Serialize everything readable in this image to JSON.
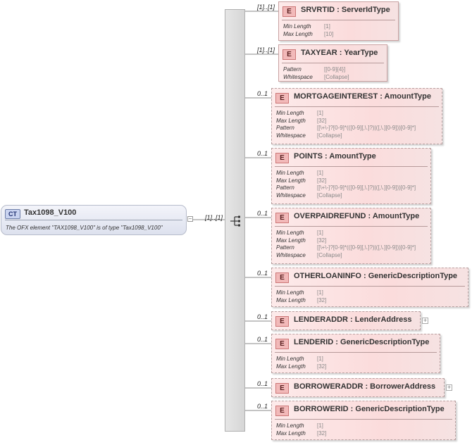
{
  "root": {
    "badge": "CT",
    "name": "Tax1098_V100",
    "description": "The OFX element \"TAX1098_V100\" is of type \"Tax1098_V100\"",
    "multiplicity": "[1]..[1]",
    "collapse_symbol": "−"
  },
  "elements": [
    {
      "badge": "E",
      "name": "SRVRTID : ServerIdType",
      "multiplicity": "[1]..[1]",
      "optional": false,
      "facets": [
        {
          "k": "Min Length",
          "v": "[1]"
        },
        {
          "k": "Max Length",
          "v": "[10]"
        }
      ]
    },
    {
      "badge": "E",
      "name": "TAXYEAR : YearType",
      "multiplicity": "[1]..[1]",
      "optional": false,
      "facets": [
        {
          "k": "Pattern",
          "v": "[[0-9]{4}]"
        },
        {
          "k": "Whitespace",
          "v": "[Collapse]"
        }
      ]
    },
    {
      "badge": "E",
      "name": "MORTGAGEINTEREST : AmountType",
      "multiplicity": "0..1",
      "optional": true,
      "facets": [
        {
          "k": "Min Length",
          "v": "[1]"
        },
        {
          "k": "Max Length",
          "v": "[32]"
        },
        {
          "k": "Pattern",
          "v": "[[\\+\\-]?[0-9]*(([0-9][,\\.]?)|([,\\.][0-9]))[0-9]*]"
        },
        {
          "k": "Whitespace",
          "v": "[Collapse]"
        }
      ]
    },
    {
      "badge": "E",
      "name": "POINTS  : AmountType",
      "multiplicity": "0..1",
      "optional": true,
      "facets": [
        {
          "k": "Min Length",
          "v": "[1]"
        },
        {
          "k": "Max Length",
          "v": "[32]"
        },
        {
          "k": "Pattern",
          "v": "[[\\+\\-]?[0-9]*(([0-9][,\\.]?)|([,\\.][0-9]))[0-9]*]"
        },
        {
          "k": "Whitespace",
          "v": "[Collapse]"
        }
      ]
    },
    {
      "badge": "E",
      "name": "OVERPAIDREFUND : AmountType",
      "multiplicity": "0..1",
      "optional": true,
      "facets": [
        {
          "k": "Min Length",
          "v": "[1]"
        },
        {
          "k": "Max Length",
          "v": "[32]"
        },
        {
          "k": "Pattern",
          "v": "[[\\+\\-]?[0-9]*(([0-9][,\\.]?)|([,\\.][0-9]))[0-9]*]"
        },
        {
          "k": "Whitespace",
          "v": "[Collapse]"
        }
      ]
    },
    {
      "badge": "E",
      "name": "OTHERLOANINFO : GenericDescriptionType",
      "multiplicity": "0..1",
      "optional": true,
      "facets": [
        {
          "k": "Min Length",
          "v": "[1]"
        },
        {
          "k": "Max Length",
          "v": "[32]"
        }
      ]
    },
    {
      "badge": "E",
      "name": "LENDERADDR : LenderAddress",
      "multiplicity": "0..1",
      "optional": true,
      "expandable": true,
      "facets": []
    },
    {
      "badge": "E",
      "name": "LENDERID : GenericDescriptionType",
      "multiplicity": "0..1",
      "optional": true,
      "facets": [
        {
          "k": "Min Length",
          "v": "[1]"
        },
        {
          "k": "Max Length",
          "v": "[32]"
        }
      ]
    },
    {
      "badge": "E",
      "name": "BORROWERADDR : BorrowerAddress",
      "multiplicity": "0..1",
      "optional": true,
      "expandable": true,
      "facets": []
    },
    {
      "badge": "E",
      "name": "BORROWERID : GenericDescriptionType",
      "multiplicity": "0..1",
      "optional": true,
      "facets": [
        {
          "k": "Min Length",
          "v": "[1]"
        },
        {
          "k": "Max Length",
          "v": "[32]"
        }
      ]
    }
  ],
  "expand_symbol": "+"
}
